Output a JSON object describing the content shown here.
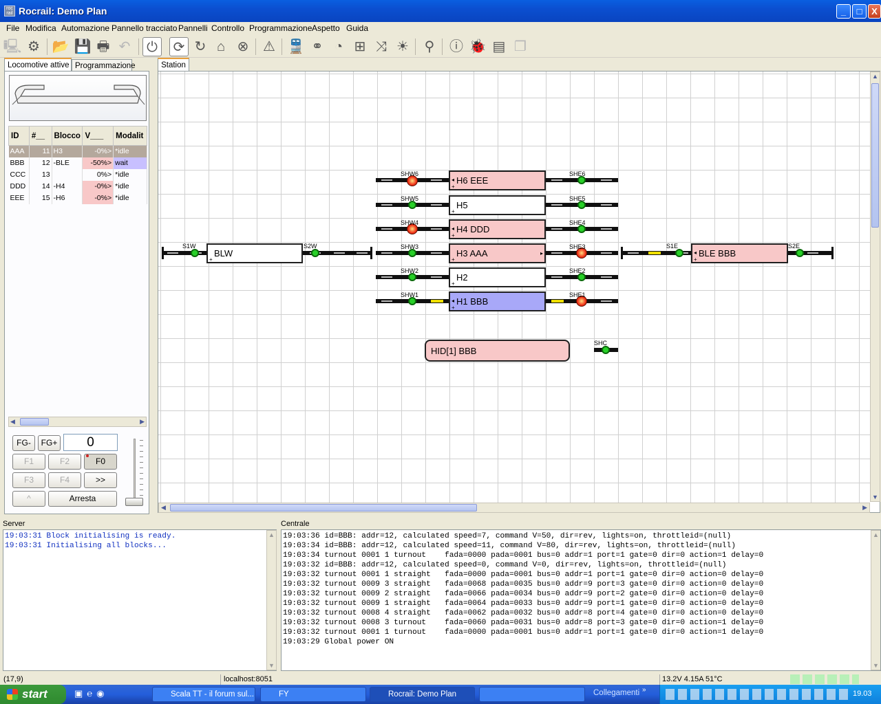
{
  "window": {
    "title": "Rocrail: Demo Plan",
    "btn_min": "_",
    "btn_max": "□",
    "btn_close": "X"
  },
  "menu": [
    "File",
    "Modifica",
    "Automazione",
    "Pannello tracciato",
    "Pannelli",
    "Controllo",
    "Programmazione",
    "Aspetto",
    "Guida"
  ],
  "left_tabs": {
    "active": "Locomotive attive",
    "other": "Programmazione"
  },
  "plan_tab": "Station",
  "loco_table": {
    "headers": [
      "ID",
      "#__",
      "Blocco",
      "V___",
      "Modalit"
    ],
    "rows": [
      {
        "id": "AAA",
        "addr": "11",
        "block": "H3",
        "v": "-0%>",
        "mode": "*idle"
      },
      {
        "id": "BBB",
        "addr": "12",
        "block": "-BLE",
        "v": "-50%>",
        "mode": "wait"
      },
      {
        "id": "CCC",
        "addr": "13",
        "block": "",
        "v": "0%>",
        "mode": "*idle"
      },
      {
        "id": "DDD",
        "addr": "14",
        "block": "-H4",
        "v": "-0%>",
        "mode": "*idle"
      },
      {
        "id": "EEE",
        "addr": "15",
        "block": "-H6",
        "v": "-0%>",
        "mode": "*idle"
      }
    ]
  },
  "throttle": {
    "fg_minus": "FG-",
    "fg_plus": "FG+",
    "speed": "0",
    "f1": "F1",
    "f2": "F2",
    "f0": "F0",
    "f3": "F3",
    "f4": "F4",
    "more": ">>",
    "dir": "^",
    "stop": "Arresta"
  },
  "plan": {
    "blocks": {
      "blw": "BLW",
      "h6": "H6 EEE",
      "h5": "H5",
      "h4": "H4 DDD",
      "h3": "H3 AAA",
      "h2": "H2",
      "h1": "H1 BBB",
      "ble": "BLE BBB",
      "hid": "HID[1] BBB"
    },
    "signals": {
      "s1w": "S1W",
      "s2w": "S2W",
      "shw6": "SHW6",
      "shw5": "SHW5",
      "shw4": "SHW4",
      "shw3": "SHW3",
      "shw2": "SHW2",
      "shw1": "SHW1",
      "she6": "SHE6",
      "she5": "SHE5",
      "she4": "SHE4",
      "she3": "SHE3",
      "she2": "SHE2",
      "she1": "SHE1",
      "s1e": "S1E",
      "s2e": "S2E",
      "shc": "SHC"
    }
  },
  "server": {
    "title": "Server",
    "lines": [
      "19:03:31 Block initialising is ready.",
      "19:03:31 Initialising all blocks..."
    ]
  },
  "centrale": {
    "title": "Centrale",
    "lines": [
      "19:03:36 id=BBB: addr=12, calculated speed=7, command V=50, dir=rev, lights=on, throttleid=(null)",
      "19:03:34 id=BBB: addr=12, calculated speed=11, command V=80, dir=rev, lights=on, throttleid=(null)",
      "19:03:34 turnout 0001 1 turnout    fada=0000 pada=0001 bus=0 addr=1 port=1 gate=0 dir=0 action=1 delay=0",
      "19:03:32 id=BBB: addr=12, calculated speed=0, command V=0, dir=rev, lights=on, throttleid=(null)",
      "19:03:32 turnout 0001 1 straight   fada=0000 pada=0001 bus=0 addr=1 port=1 gate=0 dir=0 action=0 delay=0",
      "19:03:32 turnout 0009 3 straight   fada=0068 pada=0035 bus=0 addr=9 port=3 gate=0 dir=0 action=0 delay=0",
      "19:03:32 turnout 0009 2 straight   fada=0066 pada=0034 bus=0 addr=9 port=2 gate=0 dir=0 action=0 delay=0",
      "19:03:32 turnout 0009 1 straight   fada=0064 pada=0033 bus=0 addr=9 port=1 gate=0 dir=0 action=0 delay=0",
      "19:03:32 turnout 0008 4 straight   fada=0062 pada=0032 bus=0 addr=8 port=4 gate=0 dir=0 action=0 delay=0",
      "19:03:32 turnout 0008 3 turnout    fada=0060 pada=0031 bus=0 addr=8 port=3 gate=0 dir=0 action=1 delay=0",
      "19:03:32 turnout 0001 1 turnout    fada=0000 pada=0001 bus=0 addr=1 port=1 gate=0 dir=0 action=1 delay=0",
      "19:03:29 Global power ON"
    ]
  },
  "status": {
    "coords": "(17,9)",
    "host": "localhost:8051",
    "power": "13.2V 4.15A 51°C"
  },
  "taskbar": {
    "start": "start",
    "tasks": [
      "Scala TT - il forum sul...",
      "FY",
      "Rocrail: Demo Plan",
      ""
    ],
    "links": "Collegamenti",
    "clock": "19.03"
  }
}
